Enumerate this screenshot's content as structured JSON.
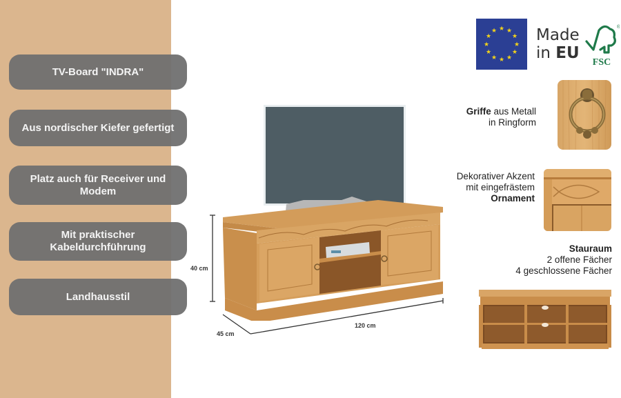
{
  "product": {
    "features": [
      {
        "label": "TV-Board \"INDRA\""
      },
      {
        "label": "Aus nordischer Kiefer gefertigt"
      },
      {
        "label": "Platz auch für Receiver und Modem"
      },
      {
        "label": "Mit praktischer Kabeldurchführung"
      },
      {
        "label": "Landhausstil"
      }
    ]
  },
  "badges": {
    "made_in_line1": "Made",
    "made_in_line2_prefix": "in ",
    "made_in_line2_bold": "EU",
    "fsc_label": "FSC",
    "fsc_registered": "®"
  },
  "details": {
    "handles": {
      "bold": "Griffe",
      "line1_rest": " aus Metall",
      "line2": "in Ringform"
    },
    "ornament": {
      "line1": "Dekorativer Akzent",
      "line2": "mit eingefrästem",
      "line3_bold": "Ornament"
    },
    "storage": {
      "title": "Stauraum",
      "line1": "2 offene Fächer",
      "line2": "4 geschlossene Fächer"
    }
  },
  "dimensions": {
    "height": "40 cm",
    "depth": "45 cm",
    "width": "120 cm"
  },
  "colors": {
    "panel": "#dbb68e",
    "pill": "#707070",
    "eu_blue": "#2b3f94",
    "eu_star": "#f2d21b",
    "fsc_green": "#1f7a4a",
    "wood": "#c98f4a"
  }
}
